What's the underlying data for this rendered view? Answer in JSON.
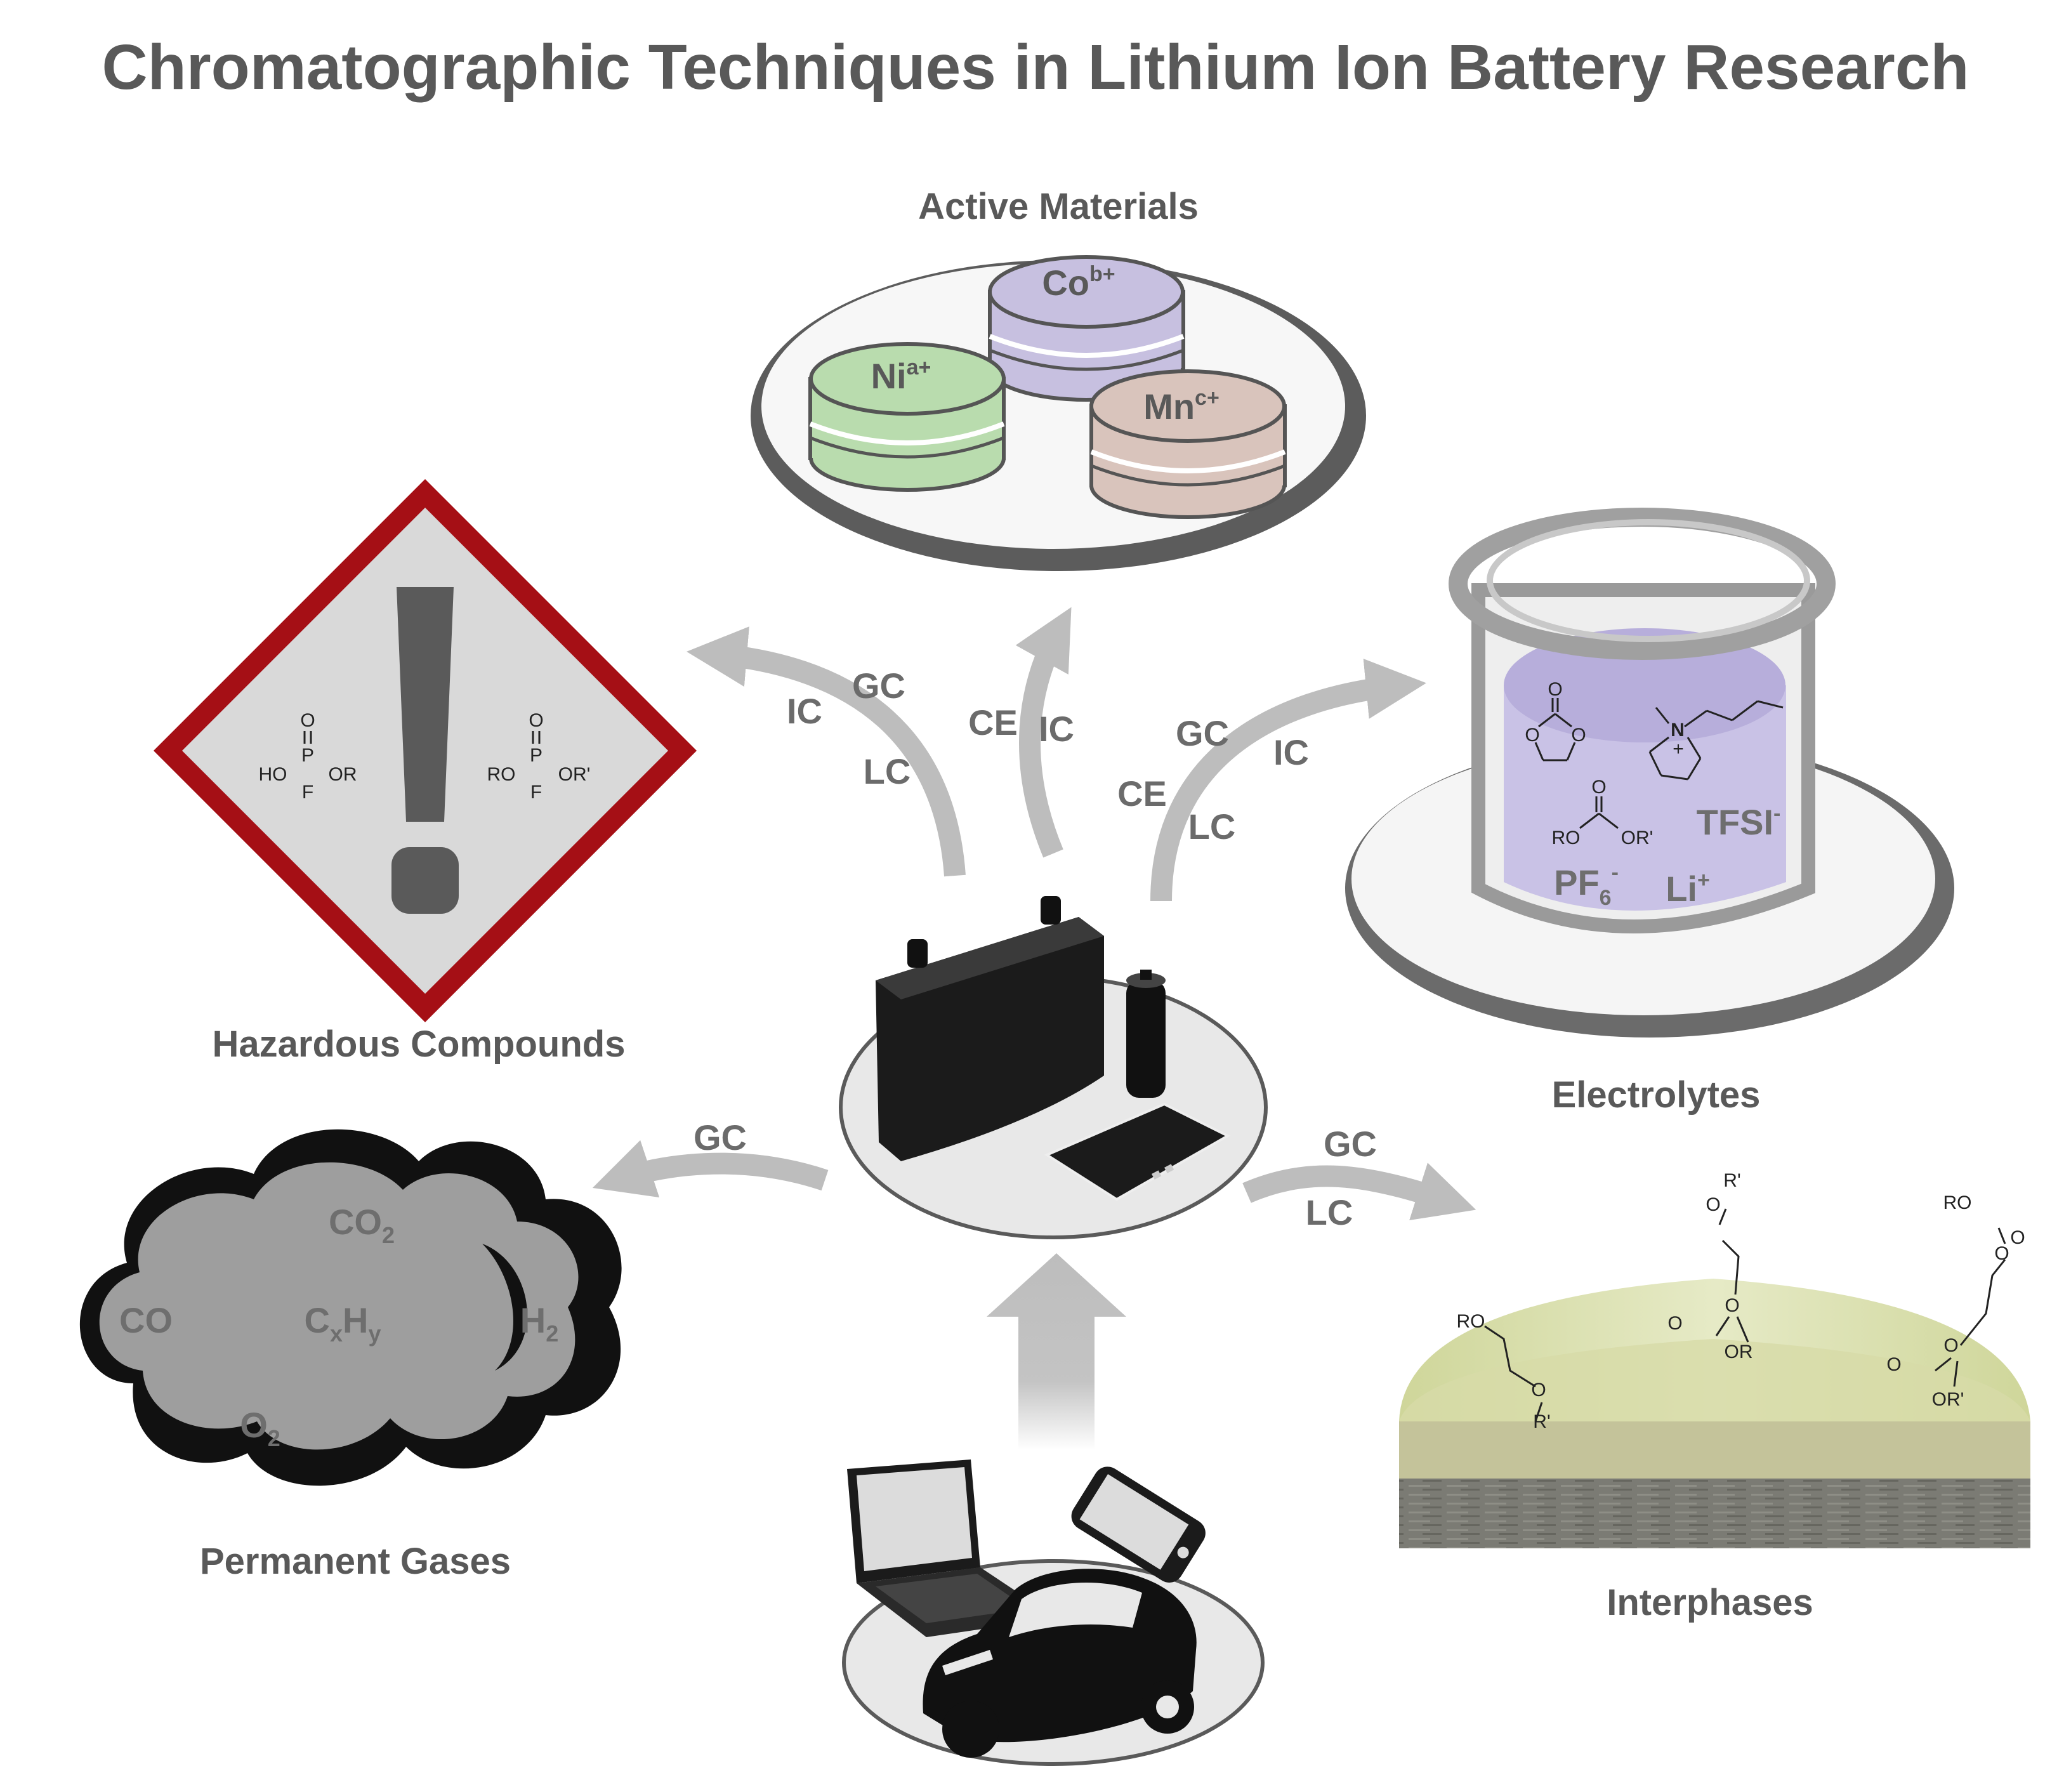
{
  "title": "Chromatographic Techniques in Lithium Ion Battery Research",
  "categories": {
    "active_materials": "Active Materials",
    "hazardous_compounds": "Hazardous Compounds",
    "electrolytes": "Electrolytes",
    "permanent_gases": "Permanent Gases",
    "interphases": "Interphases"
  },
  "metals": {
    "ni": "Ni",
    "ni_sup": "a+",
    "co": "Co",
    "co_sup": "b+",
    "mn": "Mn",
    "mn_sup": "c+"
  },
  "techniques": {
    "hazard": [
      "IC",
      "GC",
      "LC"
    ],
    "active": [
      "CE",
      "IC"
    ],
    "electrolyte": [
      "GC",
      "IC",
      "CE",
      "LC"
    ],
    "gases": [
      "GC"
    ],
    "interphase": [
      "GC",
      "LC"
    ]
  },
  "hazard_chem": {
    "o": "O",
    "p": "P",
    "f": "F",
    "ho": "HO",
    "or": "OR",
    "ro": "RO",
    "or_prime": "OR'"
  },
  "electrolyte_chem": {
    "tfsi": "TFSI",
    "tfsi_sup": "-",
    "pf": "PF",
    "pf_sub": "6",
    "pf_sup": "-",
    "li": "Li",
    "li_sup": "+",
    "n": "N",
    "n_charge": "+",
    "o": "O",
    "ro": "RO",
    "or_prime": "OR'"
  },
  "gases": {
    "co2": "CO",
    "co2_sub": "2",
    "co": "CO",
    "cxhy_c": "C",
    "cxhy_x": "x",
    "cxhy_h": "H",
    "cxhy_y": "y",
    "h2": "H",
    "h2_sub": "2",
    "o2": "O",
    "o2_sub": "2"
  },
  "interphase_chem": {
    "r_prime": "R'",
    "ro": "RO",
    "or": "OR",
    "or_prime": "OR'",
    "o": "O"
  },
  "colors": {
    "text": "#595959",
    "arrow": "#bdbdbd",
    "hazard_red": "#a50f15",
    "nickel": "#b9dcae",
    "cobalt": "#c7c0e0",
    "manganese": "#d9c4bc",
    "electrolyte": "#c9c2e6",
    "cloud": "#9e9e9e",
    "sei": "#dbe0b0"
  }
}
